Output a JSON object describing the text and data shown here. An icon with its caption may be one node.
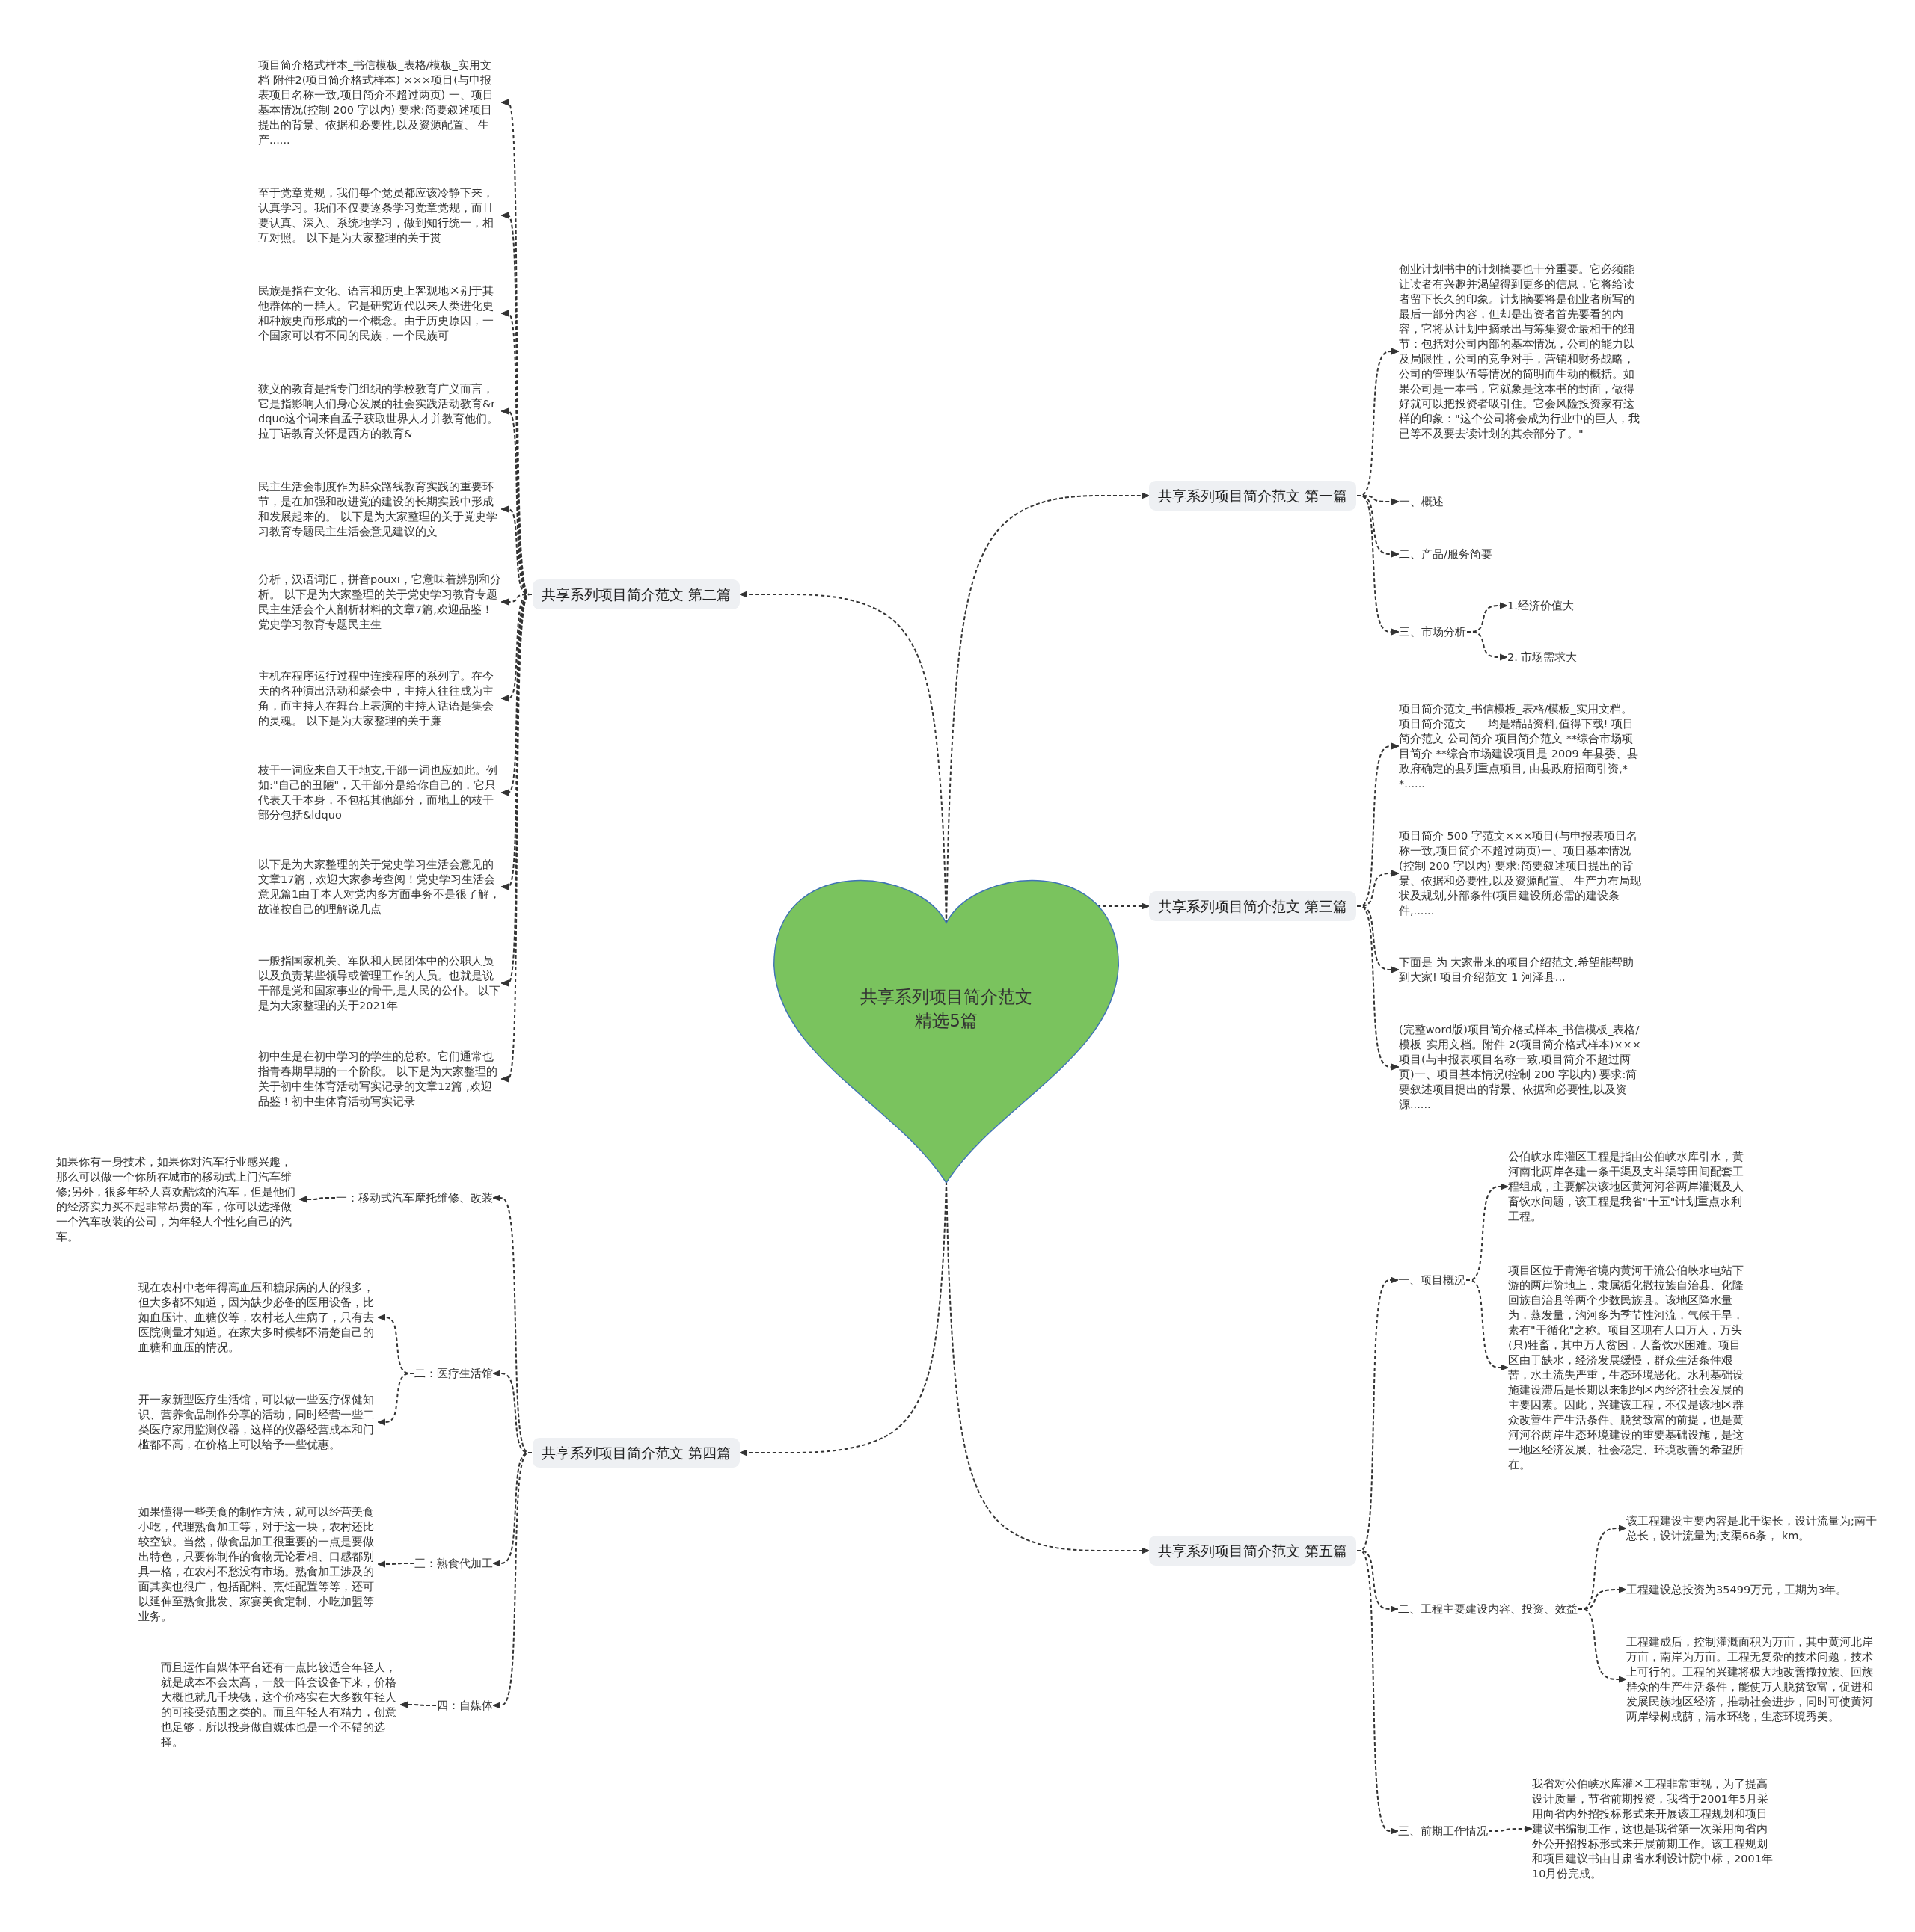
{
  "diagram": {
    "nodes": [
      {
        "text": [
          "共享系列项目简介范文精选5篇"
        ]
      },
      {
        "text": [
          "共享系列项目简介范文 第一篇"
        ]
      },
      {
        "text": [
          "创业计划书中的计划摘要也十分重要。它必须能让读者有兴趣并渴望得到更多的信息，它将给读者留下长久的印象。计划摘要将是创业者所写的最后一部分内容，但却是出资者首先要看的内容，它将从计划中摘录出与筹集资金最相干的细节：包括对公司内部的基本情况，公司的能力以及局限性，公司的竞争对手，营销和财务战略，公司的管理队伍等情况的简明而生动的概括。如果公司是一本书，它就象是这本书的封面，做得好就可以把投资者吸引住。它会风险投资家有这样的印象：\"这个公司将会成为行业中的巨人，我已等不及要去读计划的其余部分了。\""
        ]
      },
      {
        "text": [
          "一、概述"
        ]
      },
      {
        "text": [
          "二、产品/服务简要"
        ]
      },
      {
        "text": [
          "三、市场分析"
        ]
      },
      {
        "text": [
          "1.经济价值大"
        ]
      },
      {
        "text": [
          "2. 市场需求大"
        ]
      },
      {
        "text": [
          "共享系列项目简介范文 第三篇"
        ]
      },
      {
        "text": [
          "项目简介范文_书信模板_表格/模板_实用文档。项目简介范文——均是精品资料,值得下载! 项目简介范文 公司简介 项目简介范文 **综合市场项目简介 **综合市场建设项目是 2009 年县委、县政府确定的县列重点项目, 由县政府招商引资,**......"
        ]
      },
      {
        "text": [
          "项目简介 500 字范文×××项目(与申报表项目名称一致,项目简介不超过两页)一、项目基本情况(控制 200 字以内) 要求:简要叙述项目提出的背景、依据和必要性,以及资源配置、 生产力布局现状及规划,外部条件(项目建设所必需的建设条件,......"
        ]
      },
      {
        "text": [
          "下面是 为 大家带来的项目介绍范文,希望能帮助到大家! 项目介绍范文 1 河泽县..."
        ]
      },
      {
        "text": [
          "(完整word版)项目简介格式样本_书信模板_表格/模板_实用文档。附件 2(项目简介格式样本)×××项目(与申报表项目名称一致,项目简介不超过两页)一、项目基本情况(控制 200 字以内) 要求:简要叙述项目提出的背景、依据和必要性,以及资源......"
        ]
      },
      {
        "text": [
          "共享系列项目简介范文 第五篇"
        ]
      },
      {
        "text": [
          "一、项目概况"
        ]
      },
      {
        "text": [
          "公伯峡水库灌区工程是指由公伯峡水库引水，黄河南北两岸各建一条干渠及支斗渠等田间配套工程组成，主要解决该地区黄河河谷两岸灌溉及人畜饮水问题，该工程是我省\"十五\"计划重点水利工程。"
        ]
      },
      {
        "text": [
          "项目区位于青海省境内黄河干流公伯峡水电站下游的两岸阶地上，隶属循化撒拉族自治县、化隆回族自治县等两个少数民族县。该地区降水量为，蒸发量，沟河多为季节性河流，气候干旱，素有\"干循化\"之称。项目区现有人口万人，万头(只)牲畜，其中万人贫困，人畜饮水困难。项目区由于缺水，经济发展缓慢，群众生活条件艰苦，水土流失严重，生态环境恶化。水利基础设施建设滞后是长期以来制约区内经济社会发展的主要因素。因此，兴建该工程，不仅是该地区群众改善生产生活条件、脱贫致富的前提，也是黄河河谷两岸生态环境建设的重要基础设施，是这一地区经济发展、社会稳定、环境改善的希望所在。"
        ]
      },
      {
        "text": [
          "二、工程主要建设内容、投资、效益"
        ]
      },
      {
        "text": [
          "该工程建设主要内容是北干渠长，设计流量为;南干总长，设计流量为;支渠66条， km。"
        ]
      },
      {
        "text": [
          "工程建设总投资为35499万元，工期为3年。"
        ]
      },
      {
        "text": [
          "工程建成后，控制灌溉面积为万亩，其中黄河北岸万亩，南岸为万亩。工程无复杂的技术问题，技术上可行的。工程的兴建将极大地改善撒拉族、回族群众的生产生活条件，能使万人脱贫致富，促进和发展民族地区经济，推动社会进步，同时可使黄河两岸绿树成荫，清水环绕，生态环境秀美。"
        ]
      },
      {
        "text": [
          "三、前期工作情况"
        ]
      },
      {
        "text": [
          "我省对公伯峡水库灌区工程非常重视，为了提高设计质量，节省前期投资，我省于2001年5月采用向省内外招投标形式来开展该工程规划和项目建议书编制工作，这也是我省第一次采用向省内外公开招投标形式来开展前期工作。该工程规划和项目建议书由甘肃省水利设计院中标，2001年10月份完成。"
        ]
      },
      {
        "text": [
          "共享系列项目简介范文 第二篇"
        ]
      },
      {
        "text": [
          "项目简介格式样本_书信模板_表格/模板_实用文档  附件2(项目简介格式样本) ×××项目(与申报表项目名称一致,项目简介不超过两页) 一、项目基本情况(控制 200 字以内) 要求:简要叙述项目提出的背景、依据和必要性,以及资源配置、 生产......"
        ]
      },
      {
        "text": [
          "至于党章党规，我们每个党员都应该冷静下来，认真学习。我们不仅要逐条学习党章党规，而且要认真、深入、系统地学习，做到知行统一，相互对照。 以下是为大家整理的关于贯"
        ]
      },
      {
        "text": [
          "民族是指在文化、语言和历史上客观地区别于其他群体的一群人。它是研究近代以来人类进化史和种族史而形成的一个概念。由于历史原因，一个国家可以有不同的民族，一个民族可"
        ]
      },
      {
        "text": [
          "狭义的教育是指专门组织的学校教育广义而言，它是指影响人们身心发展的社会实践活动教育&rdquo这个词来自孟子获取世界人才并教育他们。拉丁语教育关怀是西方的教育&"
        ]
      },
      {
        "text": [
          "民主生活会制度作为群众路线教育实践的重要环节，是在加强和改进党的建设的长期实践中形成和发展起来的。 以下是为大家整理的关于党史学习教育专题民主生活会意见建议的文"
        ]
      },
      {
        "text": [
          "分析，汉语词汇，拼音pōuxī，它意味着辨别和分析。 以下是为大家整理的关于党史学习教育专题民主生活会个人剖析材料的文章7篇,欢迎品鉴！党史学习教育专题民主生"
        ]
      },
      {
        "text": [
          "主机在程序运行过程中连接程序的系列字。在今天的各种演出活动和聚会中，主持人往往成为主角，而主持人在舞台上表演的主持人话语是集会的灵魂。 以下是为大家整理的关于廉"
        ]
      },
      {
        "text": [
          "枝干一词应来自天干地支,干部一词也应如此。例如:\"自己的丑陋\"，天干部分是给你自己的，它只代表天干本身，不包括其他部分，而地上的枝干部分包括&ldquo"
        ]
      },
      {
        "text": [
          "以下是为大家整理的关于党史学习生活会意见的文章17篇 , 欢迎大家参考查阅！党史学习生活会意见篇1由于本人对党内多方面事务不是很了解，故谨按自己的理解说几点"
        ]
      },
      {
        "text": [
          "一般指国家机关、军队和人民团体中的公职人员以及负责某些领导或管理工作的人员。也就是说干部是党和国家事业的骨干,是人民的公仆。 以下是为大家整理的关于2021年"
        ]
      },
      {
        "text": [
          "初中生是在初中学习的学生的总称。它们通常也指青春期早期的一个阶段。 以下是为大家整理的关于初中生体育活动写实记录的文章12篇 ,欢迎品鉴！初中生体育活动写实记录"
        ]
      },
      {
        "text": [
          "共享系列项目简介范文 第四篇"
        ]
      },
      {
        "text": [
          "一：移动式汽车摩托维修、改装"
        ]
      },
      {
        "text": [
          "如果你有一身技术，如果你对汽车行业感兴趣，那么可以做一个你所在城市的移动式上门汽车维修;另外，很多年轻人喜欢酷炫的汽车，但是他们的经济实力买不起非常昂贵的车，你可以选择做一个汽车改装的公司，为年轻人个性化自己的汽车。"
        ]
      },
      {
        "text": [
          "二：医疗生活馆"
        ]
      },
      {
        "text": [
          "现在农村中老年得高血压和糖尿病的人的很多，但大多都不知道，因为缺少必备的医用设备，比如血压计、血糖仪等，农村老人生病了，只有去医院测量才知道。在家大多时候都不清楚自己的血糖和血压的情况。"
        ]
      },
      {
        "text": [
          "开一家新型医疗生活馆，可以做一些医疗保健知识、营养食品制作分享的活动，同时经营一些二类医疗家用监测仪器，这样的仪器经营成本和门槛都不高，在价格上可以给予一些优惠。"
        ]
      },
      {
        "text": [
          "三：熟食代加工"
        ]
      },
      {
        "text": [
          "如果懂得一些美食的制作方法，就可以经营美食小吃，代理熟食加工等，对于这一块，农村还比较空缺。当然，做食品加工很重要的一点是要做出特色，只要你制作的食物无论看相、口感都别具一格，在农村不愁没有市场。熟食加工涉及的面其实也很广，包括配料、烹饪配置等等，还可以延伸至熟食批发、家宴美食定制、小吃加盟等业务。"
        ]
      },
      {
        "text": [
          "四：自媒体"
        ]
      },
      {
        "text": [
          "而且运作自媒体平台还有一点比较适合年轻人，就是成本不会太高，一般一阵套设备下来，价格大概也就几千块钱，这个价格实在大多数年轻人的可接受范围之类的。而且年轻人有精力，创意也足够，所以投身做自媒体也是一个不错的选择。"
        ]
      }
    ],
    "edges": [
      {
        "from": 0,
        "to": 1,
        "arrow": "to"
      },
      {
        "from": 1,
        "to": 2,
        "arrow": "to"
      },
      {
        "from": 1,
        "to": 3,
        "arrow": "to"
      },
      {
        "from": 1,
        "to": 4,
        "arrow": "to"
      },
      {
        "from": 1,
        "to": 5,
        "arrow": "to"
      },
      {
        "from": 5,
        "to": 6,
        "arrow": "to"
      },
      {
        "from": 5,
        "to": 7,
        "arrow": "to"
      },
      {
        "from": 0,
        "to": 8,
        "arrow": "to"
      },
      {
        "from": 8,
        "to": 9,
        "arrow": "to"
      },
      {
        "from": 8,
        "to": 10,
        "arrow": "to"
      },
      {
        "from": 8,
        "to": 11,
        "arrow": "to"
      },
      {
        "from": 8,
        "to": 12,
        "arrow": "to"
      },
      {
        "from": 0,
        "to": 13,
        "arrow": "to"
      },
      {
        "from": 13,
        "to": 14,
        "arrow": "to"
      },
      {
        "from": 14,
        "to": 15,
        "arrow": "to"
      },
      {
        "from": 14,
        "to": 16,
        "arrow": "to"
      },
      {
        "from": 13,
        "to": 17,
        "arrow": "to"
      },
      {
        "from": 17,
        "to": 18,
        "arrow": "to"
      },
      {
        "from": 17,
        "to": 19,
        "arrow": "to"
      },
      {
        "from": 17,
        "to": 20,
        "arrow": "to"
      },
      {
        "from": 13,
        "to": 21,
        "arrow": "to"
      },
      {
        "from": 21,
        "to": 22,
        "arrow": "to"
      },
      {
        "from": 0,
        "to": 23,
        "arrow": "to"
      },
      {
        "from": 23,
        "to": 24,
        "arrow": "to"
      },
      {
        "from": 23,
        "to": 25,
        "arrow": "to"
      },
      {
        "from": 23,
        "to": 26,
        "arrow": "to"
      },
      {
        "from": 23,
        "to": 27,
        "arrow": "to"
      },
      {
        "from": 23,
        "to": 28,
        "arrow": "to"
      },
      {
        "from": 23,
        "to": 29,
        "arrow": "to"
      },
      {
        "from": 23,
        "to": 30,
        "arrow": "to"
      },
      {
        "from": 23,
        "to": 31,
        "arrow": "to"
      },
      {
        "from": 23,
        "to": 32,
        "arrow": "to"
      },
      {
        "from": 23,
        "to": 33,
        "arrow": "to"
      },
      {
        "from": 23,
        "to": 34,
        "arrow": "to"
      },
      {
        "from": 0,
        "to": 35,
        "arrow": "to"
      },
      {
        "from": 35,
        "to": 36,
        "arrow": "to"
      },
      {
        "from": 36,
        "to": 37,
        "arrow": "to"
      },
      {
        "from": 35,
        "to": 38,
        "arrow": "to"
      },
      {
        "from": 38,
        "to": 39,
        "arrow": "to"
      },
      {
        "from": 38,
        "to": 40,
        "arrow": "to"
      },
      {
        "from": 35,
        "to": 41,
        "arrow": "to"
      },
      {
        "from": 41,
        "to": 42,
        "arrow": "to"
      },
      {
        "from": 35,
        "to": 43,
        "arrow": "to"
      },
      {
        "from": 43,
        "to": 44,
        "arrow": "to"
      }
    ]
  }
}
